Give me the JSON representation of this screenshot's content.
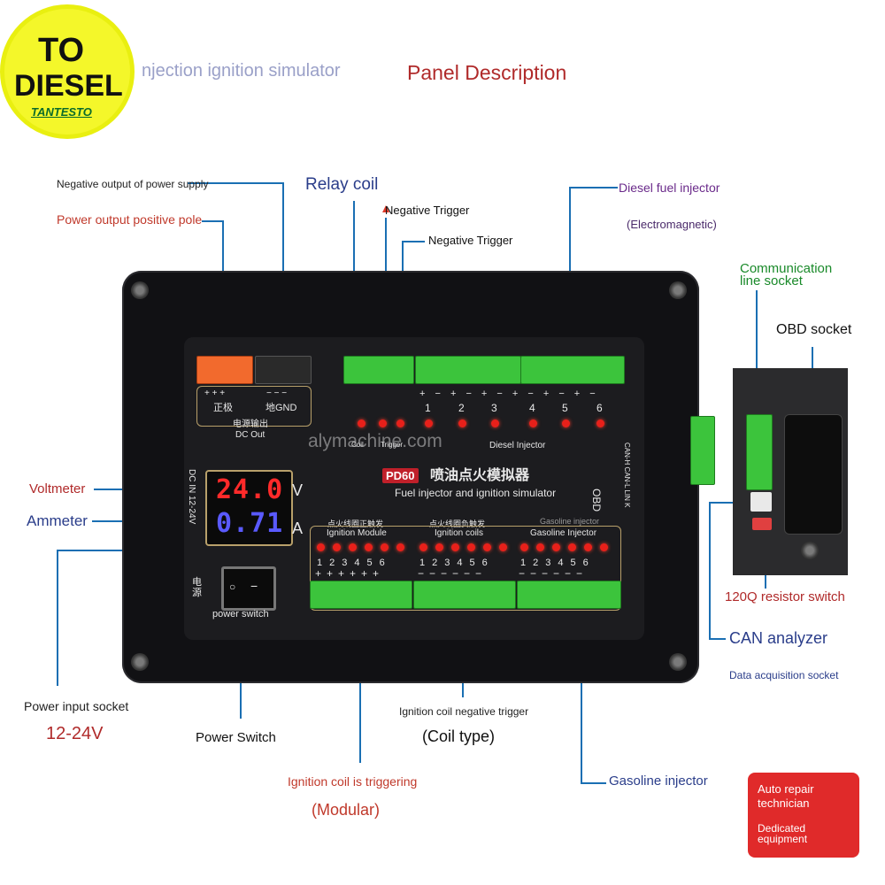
{
  "badge": {
    "line1": "TO",
    "line2": "DIESEL",
    "line3": "TANTESTO"
  },
  "header": {
    "partial_title": "njection ignition simulator",
    "panel_title": "Panel Description"
  },
  "callouts": {
    "neg_output": "Negative output of power supply",
    "pos_pole": "Power output positive pole",
    "relay_coil": "Relay coil",
    "neg_trigger_1": "Negative Trigger",
    "neg_trigger_2": "Negative Trigger",
    "diesel_injector": "Diesel fuel injector",
    "electromagnetic": "(Electromagnetic)",
    "comm_socket": "Communication line socket",
    "obd_socket": "OBD socket",
    "voltmeter": "Voltmeter",
    "ammeter": "Ammeter",
    "power_input": "Power input socket",
    "voltage_range": "12-24V",
    "power_switch": "Power Switch",
    "ign_neg_trigger": "Ignition coil negative trigger",
    "coil_type": "(Coil type)",
    "ign_triggering": "Ignition coil is triggering",
    "modular": "(Modular)",
    "gasoline_injector": "Gasoline injector",
    "resistor_switch": "120Q resistor switch",
    "can_analyzer": "CAN analyzer",
    "data_socket": "Data acquisition socket"
  },
  "device": {
    "power_label_cn": "正极",
    "gnd_label": "地GND",
    "dc_out_cn": "电源输出",
    "dc_out": "DC Out",
    "pd60": "PD60",
    "title_cn": "喷油点火模拟器",
    "title_en": "Fuel injector and ignition simulator",
    "voltage": "24.0",
    "voltage_unit": "V",
    "current": "0.71",
    "current_unit": "A",
    "dc_in": "DC IN 12-24V",
    "power_cn": "电源",
    "power_switch_label": "power switch",
    "coil_label": "Coil",
    "trigger_label": "Trigger",
    "diesel_injector_label": "Diesel Injector",
    "ign_module_cn": "点火线圈正触发",
    "ign_module": "Ignition Module",
    "ign_coils_cn": "点火线圈负触发",
    "ign_coils": "Ignition coils",
    "gas_injector_faint": "Gasoline injector",
    "gas_injector": "Gasoline Injector",
    "obd": "OBD",
    "can_labels": "CAN-H CAN-L LIN K",
    "watermark": "alymachine.com",
    "numbers": [
      "1",
      "2",
      "3",
      "4",
      "5",
      "6"
    ]
  },
  "tag": {
    "line1": "Auto repair",
    "line2": "technician",
    "line3": "Dedicated",
    "line4": "equipment"
  },
  "colors": {
    "blue_line": "#1a6fb3",
    "red_text": "#b02a2a",
    "blue_text": "#2a3d8a",
    "purple_text": "#6a2a8a",
    "green_text": "#1a8a2a"
  }
}
